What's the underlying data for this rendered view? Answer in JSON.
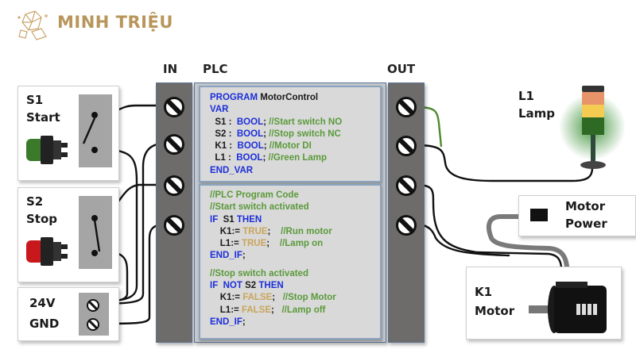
{
  "brand": {
    "name": "MINH TRIỆU",
    "logo_icon": "crystal-icon",
    "color": "#b8955a"
  },
  "columns": {
    "in": "IN",
    "plc": "PLC",
    "out": "OUT"
  },
  "inputs": {
    "s1": {
      "id": "S1",
      "name": "Start",
      "button_color": "#3a7a2a"
    },
    "s2": {
      "id": "S2",
      "name": "Stop",
      "button_color": "#c8181c"
    },
    "power": {
      "v24": "24V",
      "gnd": "GND"
    }
  },
  "outputs": {
    "l1": {
      "id": "L1",
      "name": "Lamp"
    },
    "motor_power": {
      "line1": "Motor",
      "line2": "Power"
    },
    "k1": {
      "id": "K1",
      "name": "Motor"
    }
  },
  "code": {
    "declarations": [
      [
        {
          "t": "PROGRAM ",
          "c": "kw"
        },
        {
          "t": "MotorControl",
          "c": "id"
        }
      ],
      [
        {
          "t": "VAR",
          "c": "kw"
        }
      ],
      [
        {
          "t": "  S1 :  ",
          "c": "id"
        },
        {
          "t": "BOOL",
          "c": "kw"
        },
        {
          "t": "; ",
          "c": "id"
        },
        {
          "t": "//Start switch NO",
          "c": "cm"
        }
      ],
      [
        {
          "t": "  S2 :  ",
          "c": "id"
        },
        {
          "t": "BOOL",
          "c": "kw"
        },
        {
          "t": "; ",
          "c": "id"
        },
        {
          "t": "//Stop switch NC",
          "c": "cm"
        }
      ],
      [
        {
          "t": "  K1 :  ",
          "c": "id"
        },
        {
          "t": "BOOL",
          "c": "kw"
        },
        {
          "t": "; ",
          "c": "id"
        },
        {
          "t": "//Motor DI",
          "c": "cm"
        }
      ],
      [
        {
          "t": "  L1 :  ",
          "c": "id"
        },
        {
          "t": "BOOL",
          "c": "kw"
        },
        {
          "t": "; ",
          "c": "id"
        },
        {
          "t": "//Green Lamp",
          "c": "cm"
        }
      ],
      [
        {
          "t": "END_VAR",
          "c": "kw"
        }
      ]
    ],
    "start_block": [
      [
        {
          "t": "//PLC Program Code",
          "c": "cm"
        }
      ],
      [
        {
          "t": "//Start switch activated",
          "c": "cm"
        }
      ],
      [
        {
          "t": "IF  ",
          "c": "kw"
        },
        {
          "t": "S1 ",
          "c": "id"
        },
        {
          "t": "THEN",
          "c": "kw"
        }
      ],
      [
        {
          "t": "    K1:= ",
          "c": "id"
        },
        {
          "t": "TRUE",
          "c": "lit"
        },
        {
          "t": ";    ",
          "c": "id"
        },
        {
          "t": "//Run motor",
          "c": "cm"
        }
      ],
      [
        {
          "t": "    L1:= ",
          "c": "id"
        },
        {
          "t": "TRUE",
          "c": "lit"
        },
        {
          "t": ";    ",
          "c": "id"
        },
        {
          "t": "//Lamp on",
          "c": "cm"
        }
      ],
      [
        {
          "t": "END_IF",
          "c": "kw"
        },
        {
          "t": ";",
          "c": "id"
        }
      ]
    ],
    "stop_block": [
      [
        {
          "t": "//Stop switch activated",
          "c": "cm"
        }
      ],
      [
        {
          "t": "IF  NOT ",
          "c": "kw"
        },
        {
          "t": "S2 ",
          "c": "id"
        },
        {
          "t": "THEN",
          "c": "kw"
        }
      ],
      [
        {
          "t": "    K1:= ",
          "c": "id"
        },
        {
          "t": "FALSE",
          "c": "lit"
        },
        {
          "t": ";   ",
          "c": "id"
        },
        {
          "t": "//Stop Motor",
          "c": "cm"
        }
      ],
      [
        {
          "t": "    L1:= ",
          "c": "id"
        },
        {
          "t": "FALSE",
          "c": "lit"
        },
        {
          "t": ";   ",
          "c": "id"
        },
        {
          "t": "//Lamp off",
          "c": "cm"
        }
      ],
      [
        {
          "t": "END_IF",
          "c": "kw"
        },
        {
          "t": ";",
          "c": "id"
        }
      ]
    ]
  },
  "colors": {
    "keyword": "#1c2fd9",
    "comment": "#5a9a3a",
    "literal": "#c9a55a",
    "rail": "#6e6b6b",
    "panel": "#d9d9d9",
    "lamp_glow": "#2f8a2a"
  }
}
